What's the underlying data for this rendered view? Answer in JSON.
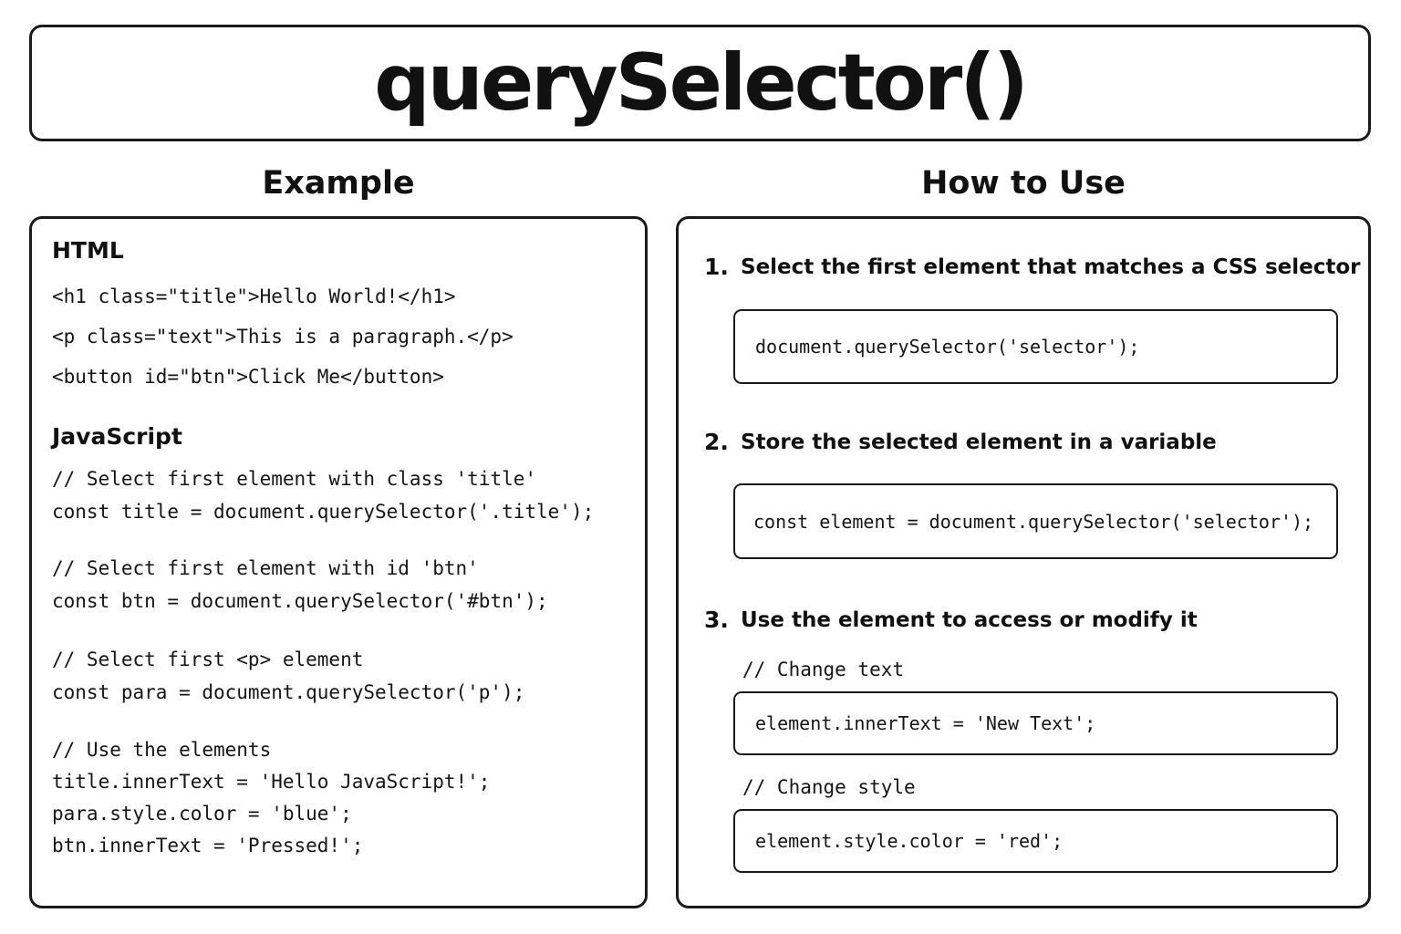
{
  "title": "querySelector()",
  "example": {
    "heading": "Example",
    "html_label": "HTML",
    "html_lines": [
      "<h1 class=\"title\">Hello World!</h1>",
      "<p class=\"text\">This is a paragraph.</p>",
      "<button id=\"btn\">Click Me</button>"
    ],
    "js_label": "JavaScript",
    "js_lines": [
      "// Select first element with class 'title'",
      "const title = document.querySelector('.title');",
      "// Select first element with id 'btn'",
      "const btn = document.querySelector('#btn');",
      "// Select first <p> element",
      "const para = document.querySelector('p');",
      "// Use the elements",
      "title.innerText = 'Hello JavaScript!';",
      "para.style.color = 'blue';",
      "btn.innerText = 'Pressed!';"
    ]
  },
  "howto": {
    "heading": "How to Use",
    "steps": [
      {
        "number": "1.",
        "text": "Select the first element that matches a CSS selector",
        "code": "document.querySelector('selector');"
      },
      {
        "number": "2.",
        "text": "Store the selected element in a variable",
        "code": "const element = document.querySelector('selector');"
      },
      {
        "number": "3.",
        "text": "Use the element to access or modify it",
        "comment_text": "// Change text",
        "code_text": "element.innerText = 'New Text';",
        "comment_style": "// Change style",
        "code_style": "element.style.color = 'red';"
      }
    ]
  }
}
